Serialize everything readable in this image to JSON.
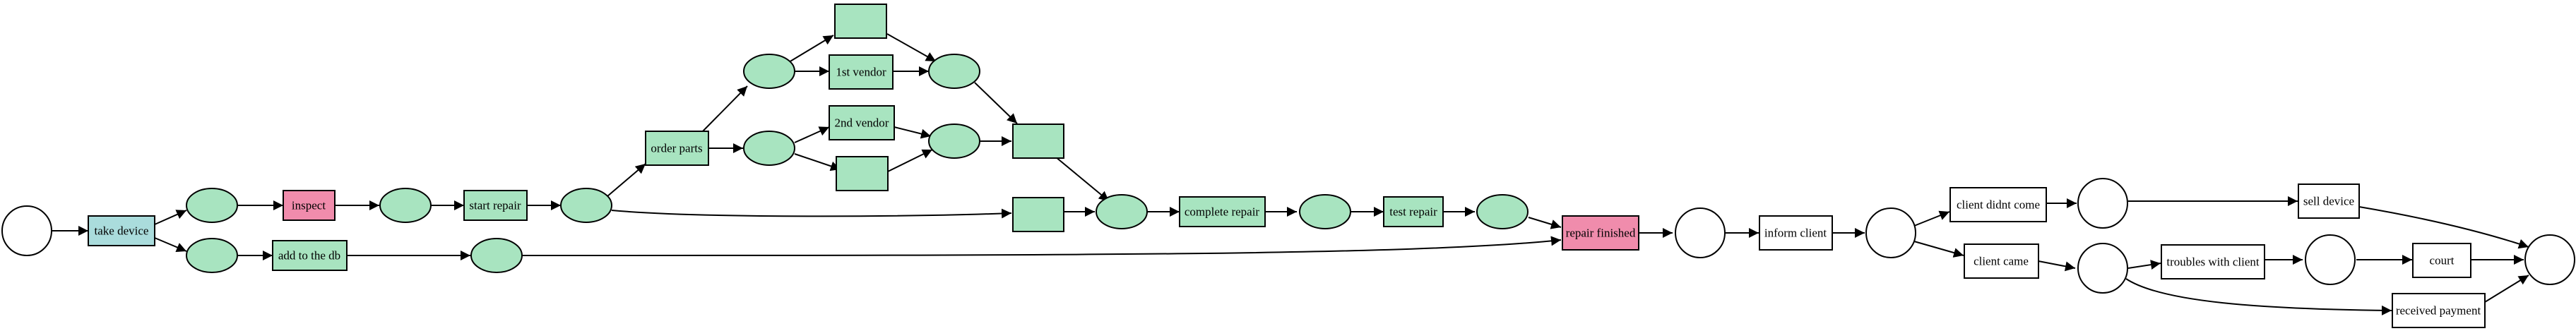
{
  "diagram": {
    "colors": {
      "place_colored": "#a8e4c0",
      "transition_green": "#a8e4c0",
      "transition_pink": "#f08cac",
      "transition_blue": "#aadcdc",
      "plain": "#ffffff",
      "edge": "#000000"
    },
    "labels": {
      "take_device": "take device",
      "inspect": "inspect",
      "add_to_db": "add to the db",
      "start_repair": "start repair",
      "order_parts": "order parts",
      "vendor1": "1st vendor",
      "vendor2": "2nd vendor",
      "complete_repair": "complete repair",
      "test_repair": "test repair",
      "repair_finished": "repair finished",
      "inform_client": "inform client",
      "client_didnt_come": "client didnt come",
      "client_came": "client came",
      "sell_device": "sell device",
      "troubles": "troubles with client",
      "court": "court",
      "received_payment": "received payment"
    }
  }
}
